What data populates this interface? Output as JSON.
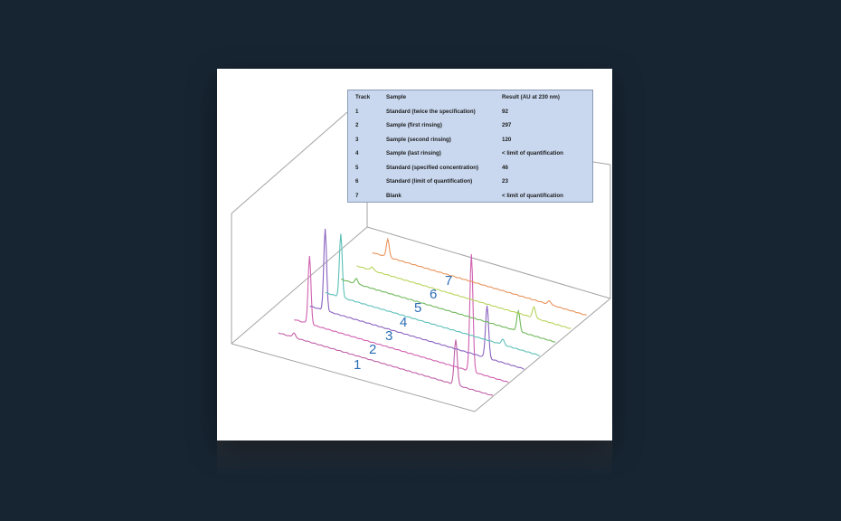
{
  "chart_data": {
    "type": "line",
    "subtype": "3d-stacked-chromatogram",
    "title": "",
    "xlabel": "",
    "ylabel": "",
    "legend_position": "top-right table",
    "table": {
      "headers": [
        "Track",
        "Sample",
        "Result  (AU at 230 nm)"
      ],
      "rows": [
        {
          "track": "1",
          "sample": "Standard (twice the specification)",
          "result": "92"
        },
        {
          "track": "2",
          "sample": "Sample (first rinsing)",
          "result": "297"
        },
        {
          "track": "3",
          "sample": "Sample (second rinsing)",
          "result": "120"
        },
        {
          "track": "4",
          "sample": "Sample (last rinsing)",
          "result": "< limit of quantification"
        },
        {
          "track": "5",
          "sample": "Standard (specified concentration)",
          "result": "46"
        },
        {
          "track": "6",
          "sample": "Standard (limit of quantification)",
          "result": "23"
        },
        {
          "track": "7",
          "sample": "Blank",
          "result": "< limit of quantification"
        }
      ]
    },
    "series": [
      {
        "name": "1",
        "color": "#c060a8",
        "front_peak_height": 5,
        "analyte_peak_height": 50
      },
      {
        "name": "2",
        "color": "#d060b0",
        "front_peak_height": 75,
        "analyte_peak_height": 130
      },
      {
        "name": "3",
        "color": "#8a62c0",
        "front_peak_height": 90,
        "analyte_peak_height": 58
      },
      {
        "name": "4",
        "color": "#5cc0b8",
        "front_peak_height": 70,
        "analyte_peak_height": 6
      },
      {
        "name": "5",
        "color": "#6fb85a",
        "front_peak_height": 6,
        "analyte_peak_height": 22
      },
      {
        "name": "6",
        "color": "#b8d45a",
        "front_peak_height": 4,
        "analyte_peak_height": 12
      },
      {
        "name": "7",
        "color": "#e8945a",
        "front_peak_height": 20,
        "analyte_peak_height": 4
      }
    ]
  },
  "track_labels": [
    "1",
    "2",
    "3",
    "4",
    "5",
    "6",
    "7"
  ],
  "colors": {
    "background": "#172532",
    "card": "#ffffff",
    "table_fill": "#c9d8ef",
    "axis": "#9a9a9a",
    "label": "#2a6db5"
  }
}
